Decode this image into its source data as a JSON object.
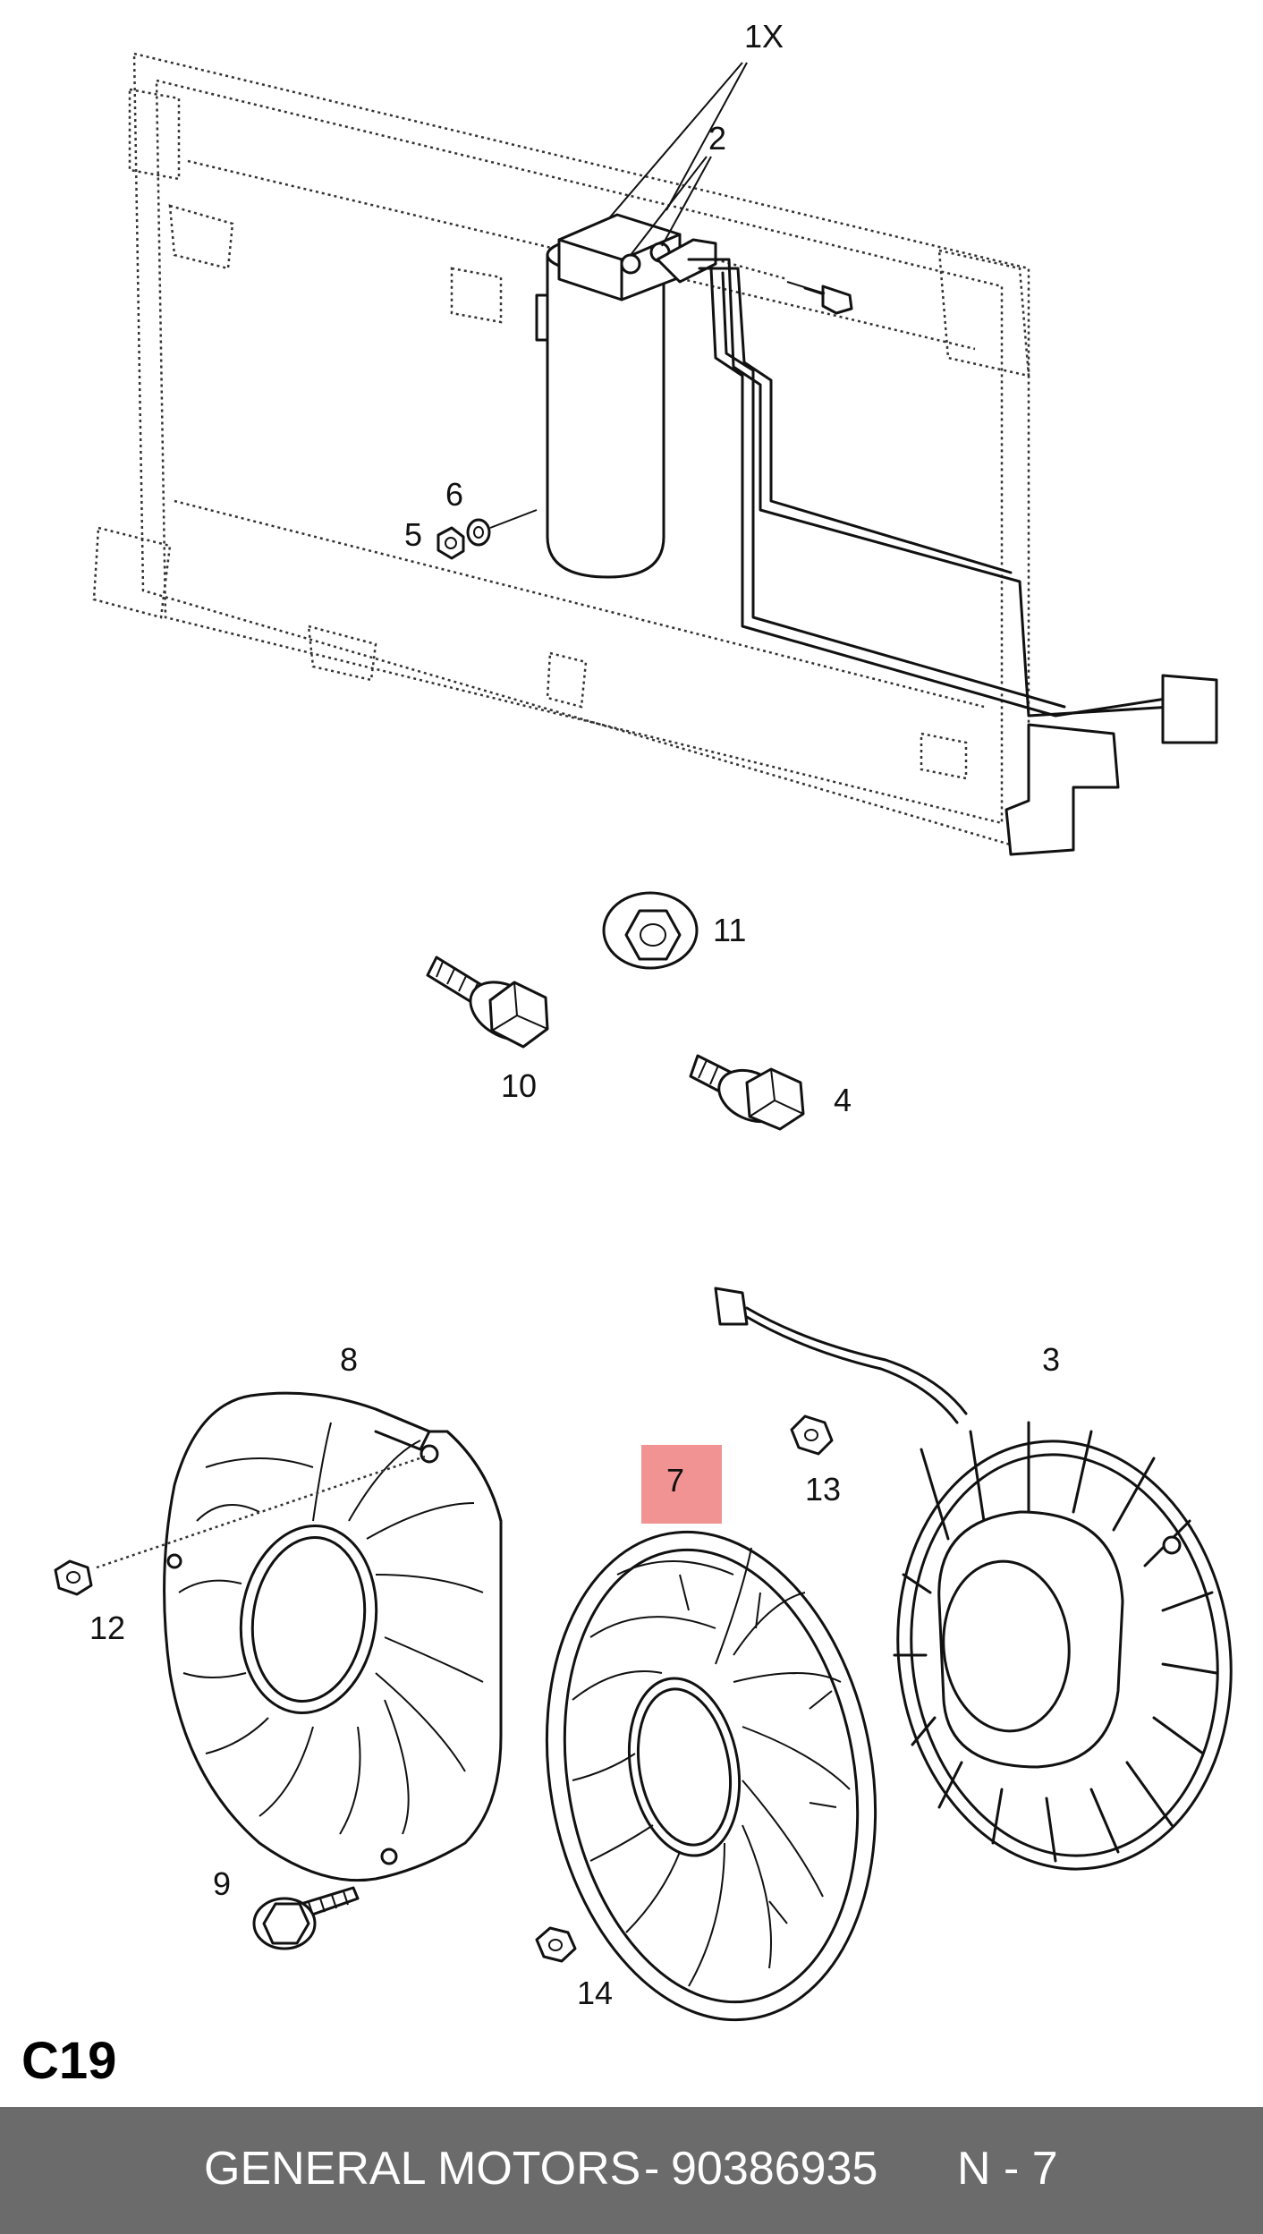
{
  "diagram": {
    "section_code": "C19",
    "highlight_color": "#f08080",
    "callouts": [
      {
        "id": "1x",
        "label": "1X"
      },
      {
        "id": "2",
        "label": "2"
      },
      {
        "id": "3",
        "label": "3"
      },
      {
        "id": "4",
        "label": "4"
      },
      {
        "id": "5",
        "label": "5"
      },
      {
        "id": "6",
        "label": "6"
      },
      {
        "id": "7",
        "label": "7",
        "highlighted": true
      },
      {
        "id": "8",
        "label": "8"
      },
      {
        "id": "9",
        "label": "9"
      },
      {
        "id": "10",
        "label": "10"
      },
      {
        "id": "11",
        "label": "11"
      },
      {
        "id": "12",
        "label": "12"
      },
      {
        "id": "13",
        "label": "13"
      },
      {
        "id": "14",
        "label": "14"
      }
    ]
  },
  "footer": {
    "manufacturer": "GENERAL MOTORS",
    "separator": "-",
    "part_number": "90386935",
    "ref_code": "N - 7",
    "background": "#6b6b6b"
  }
}
